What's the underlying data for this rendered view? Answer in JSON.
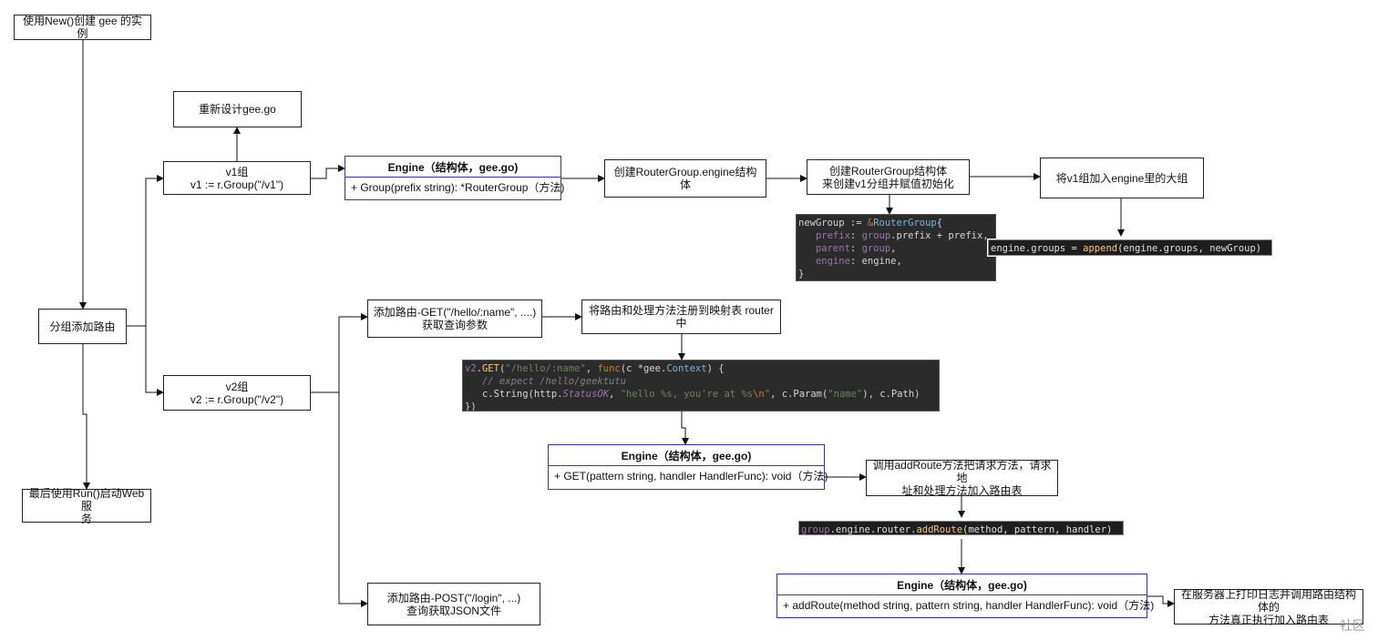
{
  "nodes": {
    "create_instance": "使用New()创建 gee 的实例",
    "group_routes": "分组添加路由",
    "run_service": "最后使用Run()启动Web服\n务",
    "redesign": "重新设计gee.go",
    "v1": "v1组\nv1 := r.Group(\"/v1\")",
    "v2": "v2组\nv2 := r.Group(\"/v2\")",
    "create_engine_struct": "创建RouterGroup.engine结构体",
    "create_routergroup": "创建RouterGroup结构体\n来创建v1分组并赋值初始化",
    "add_v1_engine": "将v1组加入engine里的大组",
    "add_get": "添加路由-GET(\"/hello/:name\", ....)\n获取查询参数",
    "register_router": "将路由和处理方法注册到映射表 router 中",
    "call_addroute": "调用addRoute方法把请求方法，请求地\n址和处理方法加入路由表",
    "add_post": "添加路由-POST(\"/login\",    ...)\n查询获取JSON文件",
    "print_log": "在服务器上打印日志并调用路由结构体的\n方法真正执行加入路由表"
  },
  "classes": {
    "engine_group": {
      "title": "Engine（结构体，gee.go)",
      "method": "+ Group(prefix string): *RouterGroup（方法)"
    },
    "engine_get": {
      "title": "Engine（结构体，gee.go)",
      "method": "+ GET(pattern string, handler HandlerFunc): void（方法)"
    },
    "engine_addroute": {
      "title": "Engine（结构体，gee.go)",
      "method": "+ addRoute(method string, pattern string, handler HandlerFunc): void（方法)"
    }
  },
  "code": {
    "newgroup": [
      "newGroup := &RouterGroup{",
      "   prefix: group.prefix + prefix,",
      "   parent: group,",
      "   engine: engine,",
      "}"
    ],
    "append": "engine.groups = append(engine.groups, newGroup)",
    "get": [
      "v2.GET(\"/hello/:name\", func(c *gee.Context) {",
      "   // expect /hello/geektutu",
      "   c.String(http.StatusOK, \"hello %s, you're at %s\\n\", c.Param(\"name\"), c.Path)",
      "})"
    ],
    "addroute": "group.engine.router.addRoute(method, pattern, handler)"
  },
  "watermark": "社区"
}
